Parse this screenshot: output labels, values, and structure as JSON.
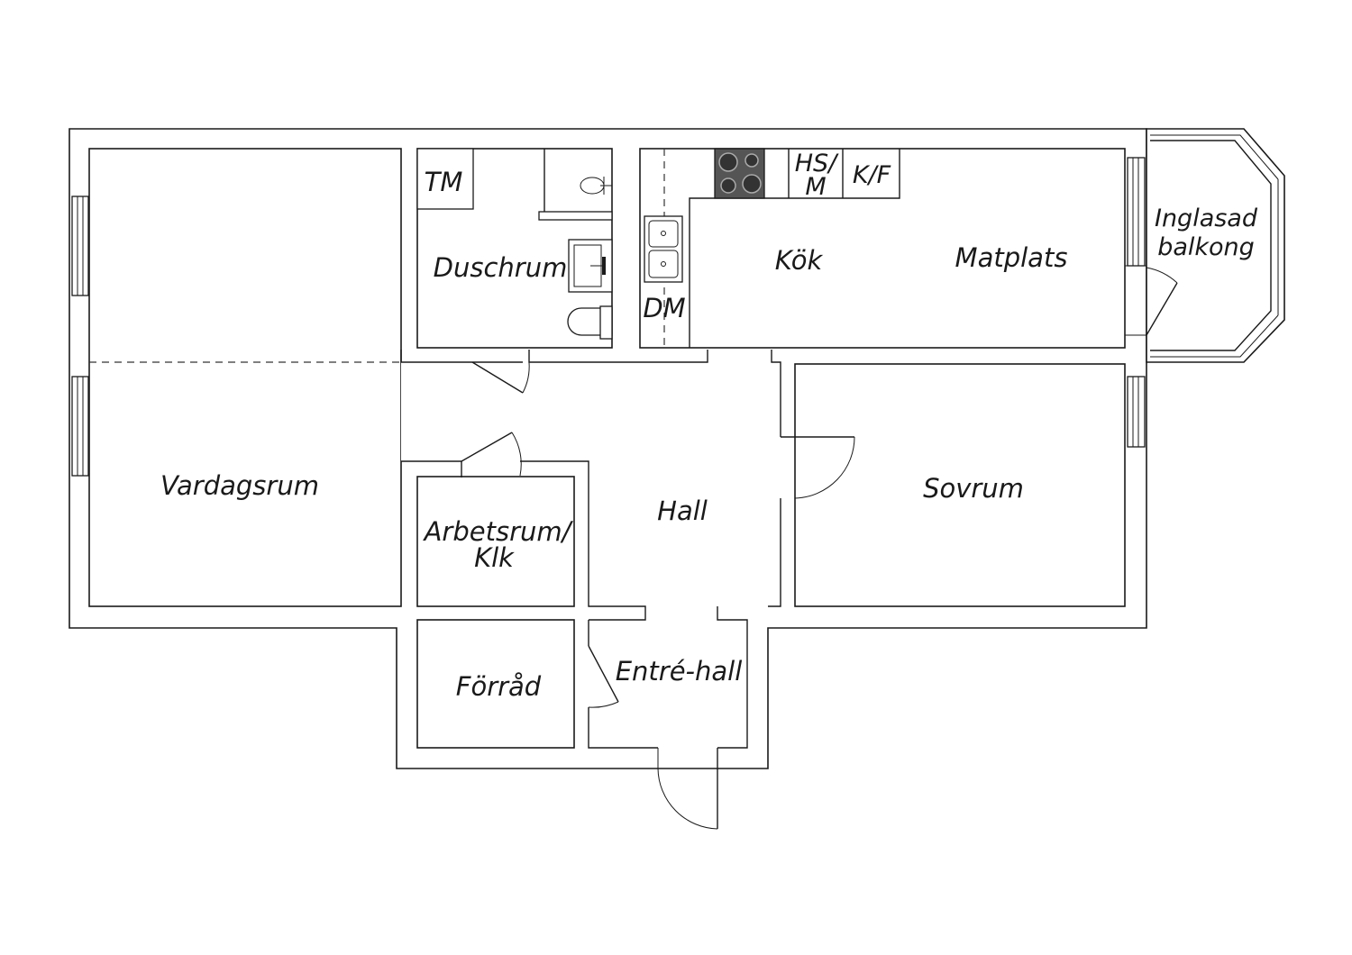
{
  "rooms": {
    "vardagsrum": "Vardagsrum",
    "duschrum": "Duschrum",
    "tm": "TM",
    "kok": "Kök",
    "hs_m_line1": "HS/",
    "hs_m_line2": "M",
    "kf": "K/F",
    "matplats": "Matplats",
    "dm": "DM",
    "balkong_line1": "Inglasad",
    "balkong_line2": "balkong",
    "hall": "Hall",
    "sovrum": "Sovrum",
    "arbetsrum_line1": "Arbetsrum/",
    "arbetsrum_line2": "Klk",
    "forrad": "Förråd",
    "entre_hall": "Entré-hall"
  },
  "colors": {
    "line": "#1a1a1a",
    "background": "#ffffff",
    "stove": "#555555"
  }
}
